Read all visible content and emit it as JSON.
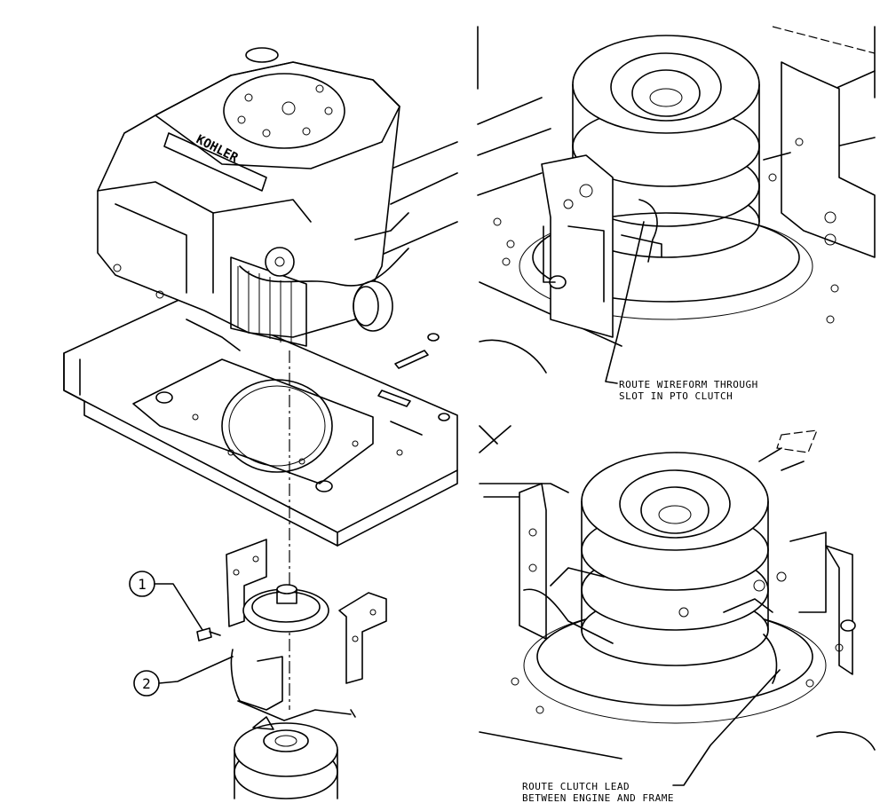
{
  "diagram": {
    "brand_label": "KOHLER",
    "callouts": [
      {
        "id": "callout-1",
        "number": "1"
      },
      {
        "id": "callout-2",
        "number": "2"
      }
    ],
    "notes": {
      "wireform": {
        "line1": "ROUTE WIREFORM THROUGH",
        "line2": "SLOT IN PTO CLUTCH"
      },
      "clutch_lead": {
        "line1": "ROUTE CLUTCH LEAD",
        "line2": "BETWEEN ENGINE AND FRAME"
      }
    }
  }
}
